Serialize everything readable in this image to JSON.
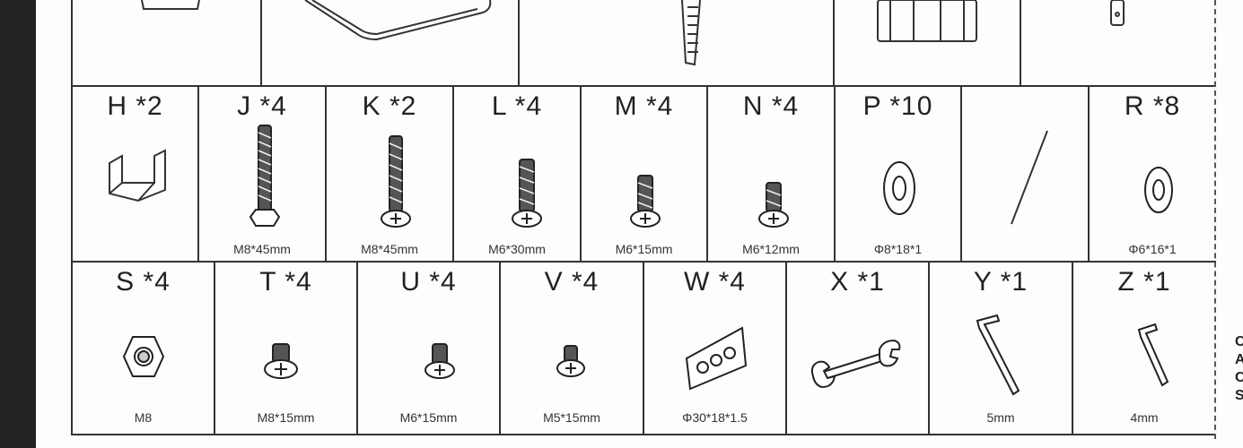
{
  "row2": [
    {
      "code": "H *2",
      "spec": "",
      "icon": "u-bracket-icon"
    },
    {
      "code": "J *4",
      "spec": "M8*45mm",
      "icon": "hex-bolt-icon"
    },
    {
      "code": "K *2",
      "spec": "M8*45mm",
      "icon": "long-screw-icon"
    },
    {
      "code": "L *4",
      "spec": "M6*30mm",
      "icon": "screw-icon"
    },
    {
      "code": "M *4",
      "spec": "M6*15mm",
      "icon": "screw-icon"
    },
    {
      "code": "N *4",
      "spec": "M6*12mm",
      "icon": "screw-icon"
    },
    {
      "code": "P *10",
      "spec": "Φ8*18*1",
      "icon": "washer-icon"
    },
    {
      "code": "",
      "spec": "",
      "icon": "rod-icon"
    },
    {
      "code": "R *8",
      "spec": "Φ6*16*1",
      "icon": "washer-icon"
    }
  ],
  "row3": [
    {
      "code": "S *4",
      "spec": "M8",
      "icon": "hex-nut-icon"
    },
    {
      "code": "T *4",
      "spec": "M8*15mm",
      "icon": "short-screw-icon"
    },
    {
      "code": "U *4",
      "spec": "M6*15mm",
      "icon": "short-screw-icon"
    },
    {
      "code": "V *4",
      "spec": "M5*15mm",
      "icon": "short-screw-icon"
    },
    {
      "code": "W *4",
      "spec": "Φ30*18*1.5",
      "icon": "spacer-plate-icon"
    },
    {
      "code": "X *1",
      "spec": "",
      "icon": "wrench-icon"
    },
    {
      "code": "Y *1",
      "spec": "5mm",
      "icon": "allen-key-icon"
    },
    {
      "code": "Z *1",
      "spec": "4mm",
      "icon": "allen-key-icon"
    }
  ],
  "side_text": "C A C S"
}
